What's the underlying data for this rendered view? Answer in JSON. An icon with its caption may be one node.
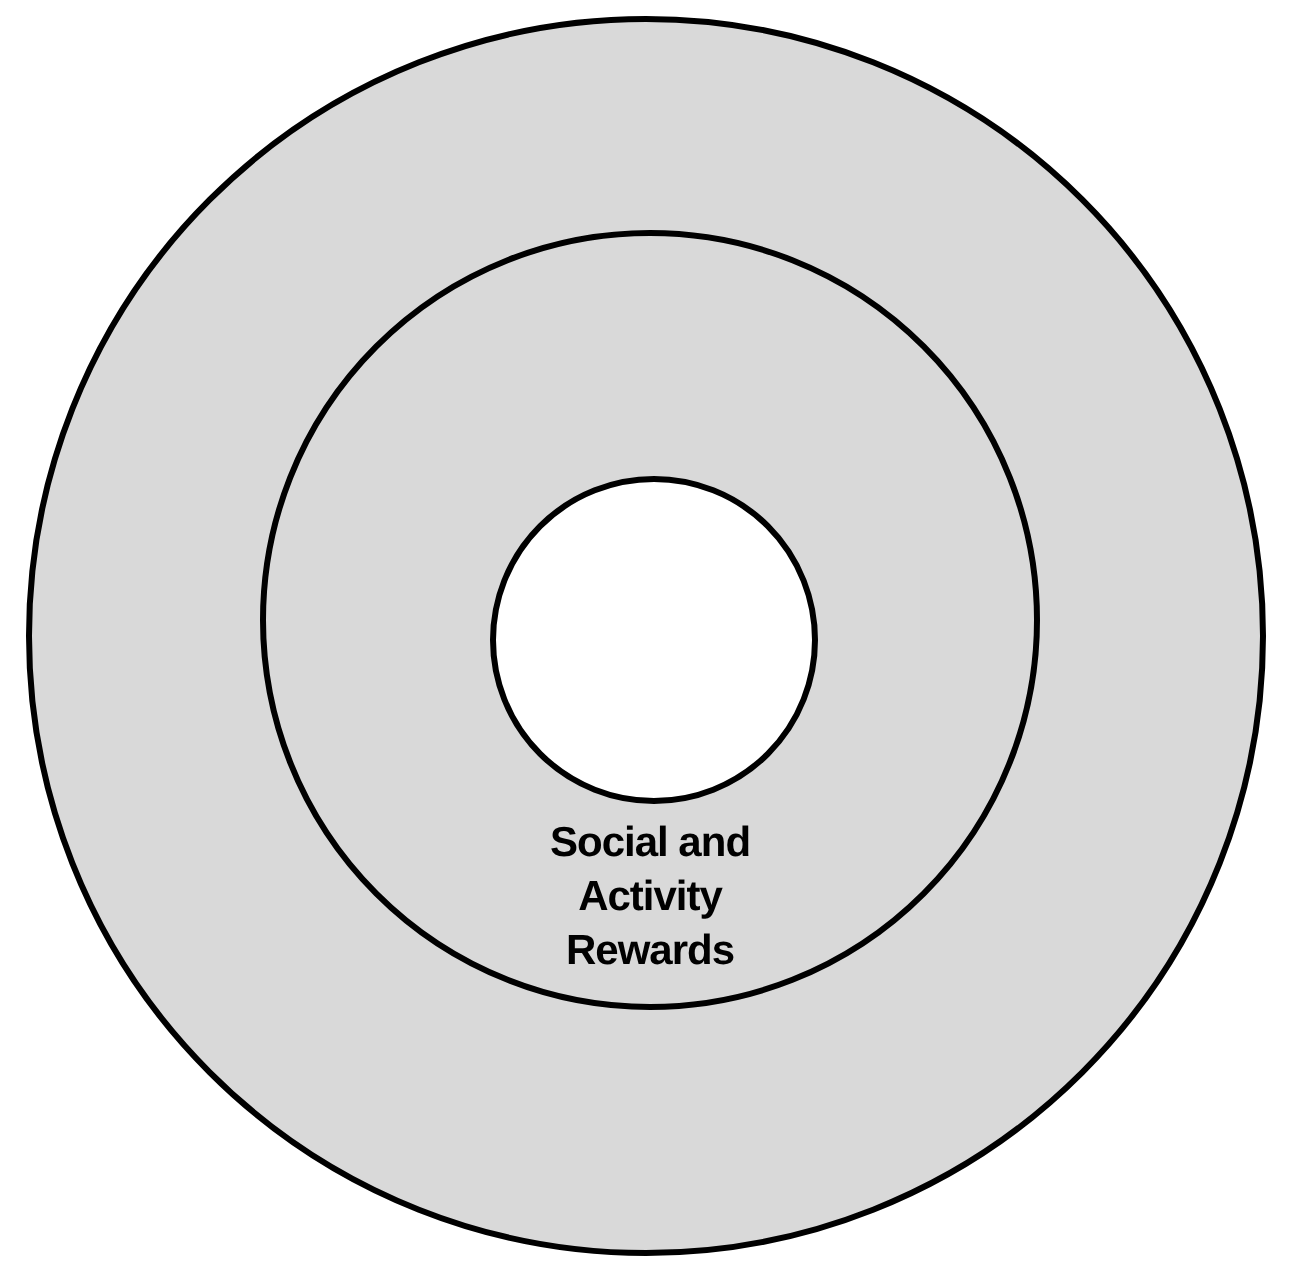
{
  "diagram": {
    "nodes": [
      {
        "text": [],
        "shape": "circle"
      },
      {
        "text": [
          "Social and Activity Rewards"
        ],
        "in": 0
      },
      {
        "text": [],
        "shape": "circle",
        "in": 1
      }
    ]
  }
}
